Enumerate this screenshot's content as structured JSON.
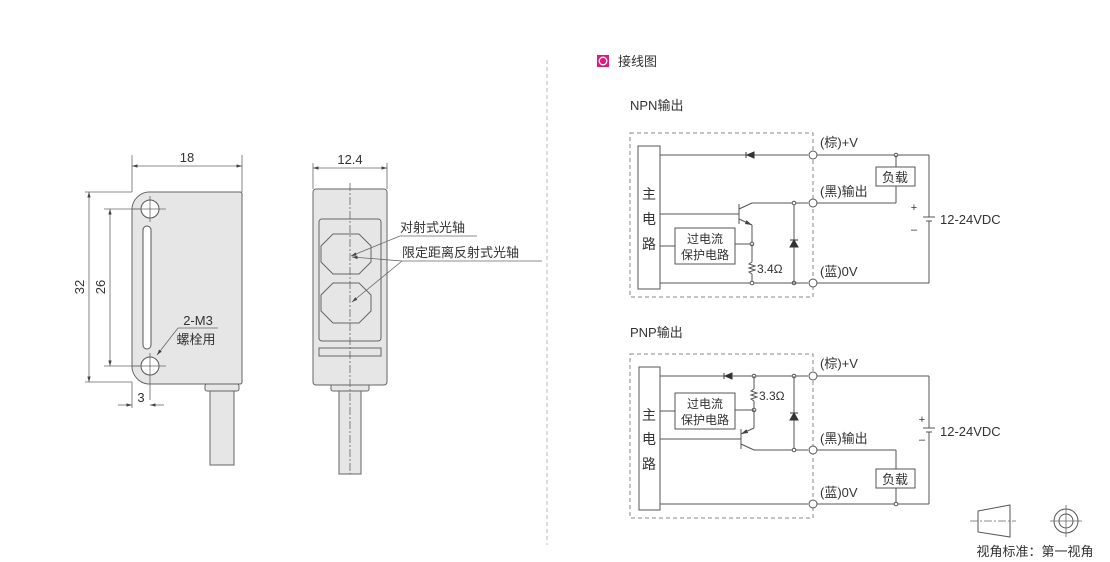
{
  "dimensions": {
    "front_view": {
      "width": "18",
      "height_total": "32",
      "hole_spacing": "26",
      "hole_offset": "3",
      "screw_label": "2-M3",
      "screw_note": "螺栓用"
    },
    "side_view": {
      "width": "12.4",
      "axis_label_1": "对射式光轴",
      "axis_label_2": "限定距离反射式光轴"
    }
  },
  "wiring": {
    "section_title": "接线图",
    "section_marker_color": "#e0197c",
    "npn": {
      "title": "NPN输出",
      "main_circuit": [
        "主",
        "电",
        "路"
      ],
      "protection_line1": "过电流",
      "protection_line2": "保护电路",
      "resistor": "3.4Ω",
      "terminal_v": "(棕)+V",
      "terminal_out": "(黑)输出",
      "terminal_0v": "(蓝)0V",
      "load": "负载",
      "supply": "12-24VDC",
      "plus": "+",
      "minus": "–"
    },
    "pnp": {
      "title": "PNP输出",
      "main_circuit": [
        "主",
        "电",
        "路"
      ],
      "protection_line1": "过电流",
      "protection_line2": "保护电路",
      "resistor": "3.3Ω",
      "terminal_v": "(棕)+V",
      "terminal_out": "(黑)输出",
      "terminal_0v": "(蓝)0V",
      "load": "负载",
      "supply": "12-24VDC",
      "plus": "+",
      "minus": "–"
    }
  },
  "projection": {
    "label": "视角标准：第一视角"
  }
}
